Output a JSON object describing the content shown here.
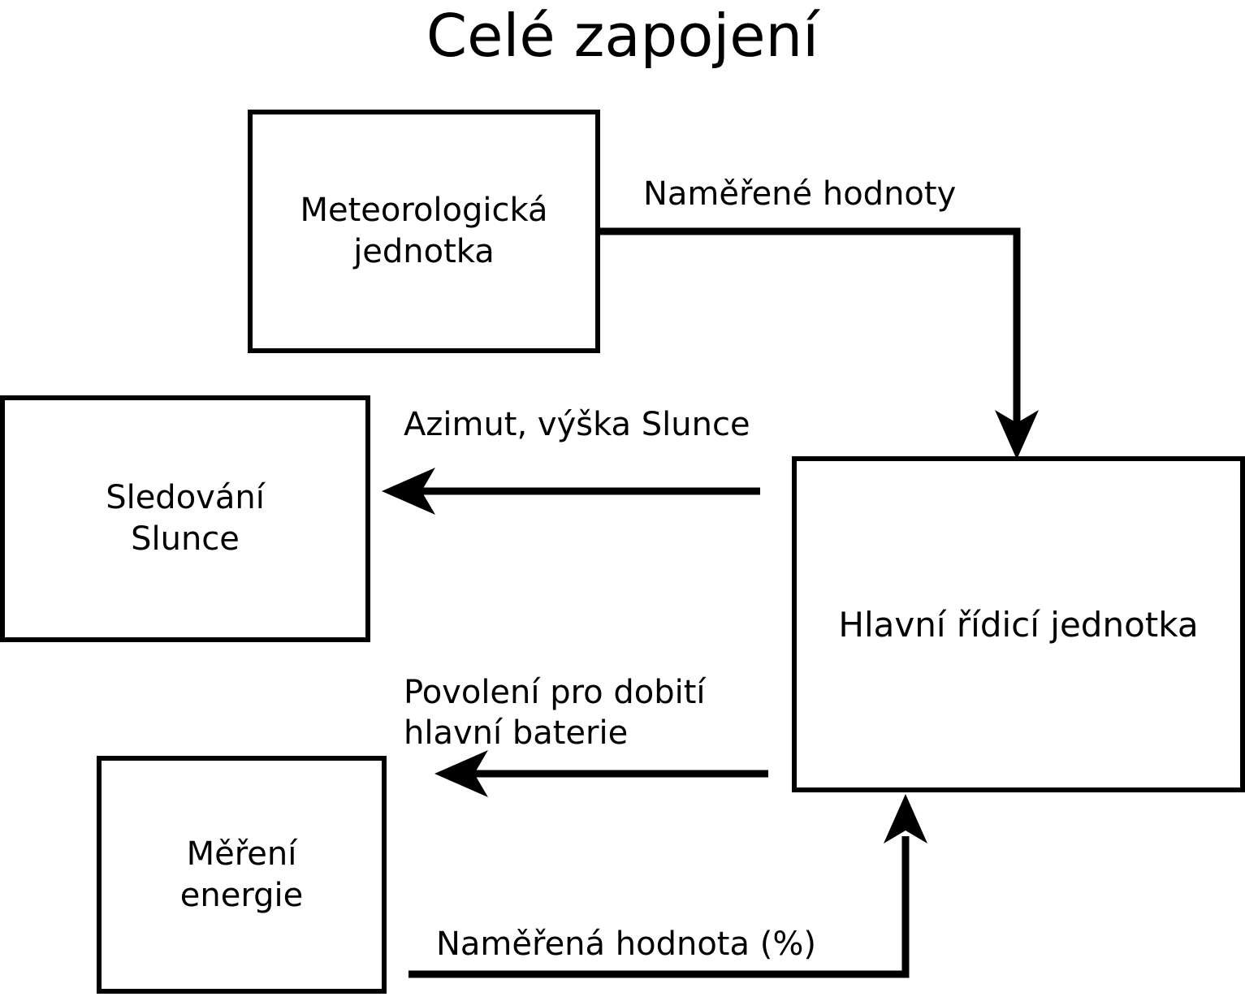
{
  "diagram": {
    "title": "Celé zapojení",
    "type": "block-diagram",
    "background_color": "#ffffff",
    "line_color": "#000000",
    "nodes": [
      {
        "id": "meteo",
        "label": "Meteorologická\njednotka"
      },
      {
        "id": "sun",
        "label": "Sledování\nSlunce"
      },
      {
        "id": "main",
        "label": "Hlavní řídicí jednotka"
      },
      {
        "id": "energy",
        "label": "Měření\nenergie"
      }
    ],
    "edges": [
      {
        "id": "e1",
        "from": "meteo",
        "to": "main",
        "label": "Naměřené hodnoty"
      },
      {
        "id": "e2",
        "from": "main",
        "to": "sun",
        "label": "Azimut, výška Slunce"
      },
      {
        "id": "e3",
        "from": "main",
        "to": "energy",
        "label": "Povolení pro dobití\nhlavní baterie"
      },
      {
        "id": "e4",
        "from": "energy",
        "to": "main",
        "label": "Naměřená hodnota (%)"
      }
    ]
  }
}
